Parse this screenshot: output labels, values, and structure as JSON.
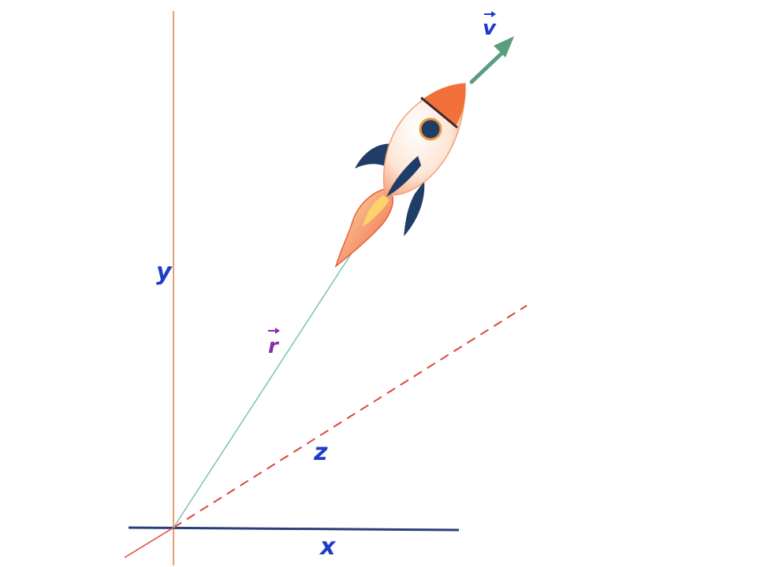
{
  "labels": {
    "y_axis": "y",
    "x_axis": "x",
    "z_axis": "z",
    "position_vector": "r",
    "velocity_vector": "v"
  },
  "colors": {
    "y_axis": "#e8a070",
    "x_axis": "#2a3e7a",
    "z_axis": "#d9483a",
    "position_vector": "#7fbfb8",
    "velocity_arrow": "#5a9e80",
    "axis_label": "#1f3cc8",
    "r_label": "#8a2ab0",
    "rocket_body": "#fbe7da",
    "rocket_nose": "#f2703a",
    "rocket_fin": "#1f3d66",
    "rocket_flame": "#f38a5a"
  },
  "icons": {
    "rocket": "rocket-icon"
  }
}
